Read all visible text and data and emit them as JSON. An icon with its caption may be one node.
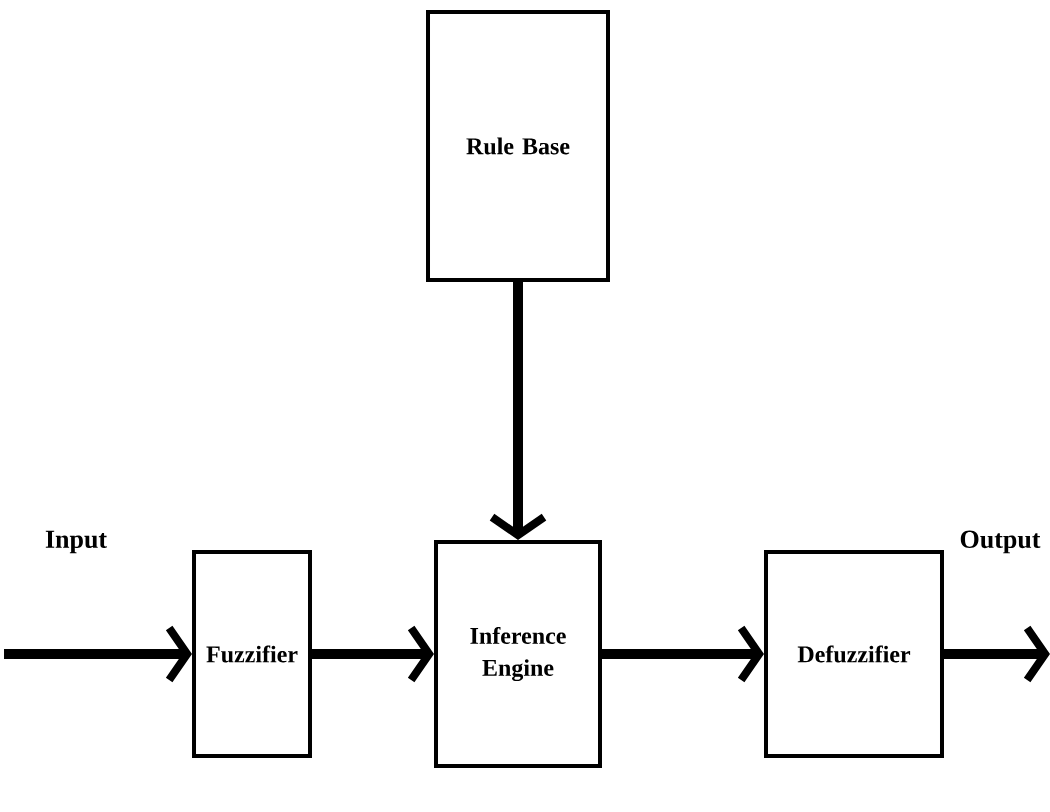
{
  "diagram": {
    "nodes": [
      {
        "text": [
          "Rule Base"
        ]
      },
      {
        "text": [
          "Fuzzifier"
        ]
      },
      {
        "text": [
          "Inference Engine"
        ]
      },
      {
        "text": [
          "Defuzzifier"
        ]
      }
    ],
    "edges": [
      {
        "from": null,
        "to": 1,
        "arrow": "to",
        "label": "Input"
      },
      {
        "from": 1,
        "to": 2,
        "arrow": "to"
      },
      {
        "from": 0,
        "to": 2,
        "arrow": "to"
      },
      {
        "from": 2,
        "to": 3,
        "arrow": "to"
      },
      {
        "from": 3,
        "to": null,
        "arrow": "to",
        "label": "Output"
      }
    ]
  }
}
